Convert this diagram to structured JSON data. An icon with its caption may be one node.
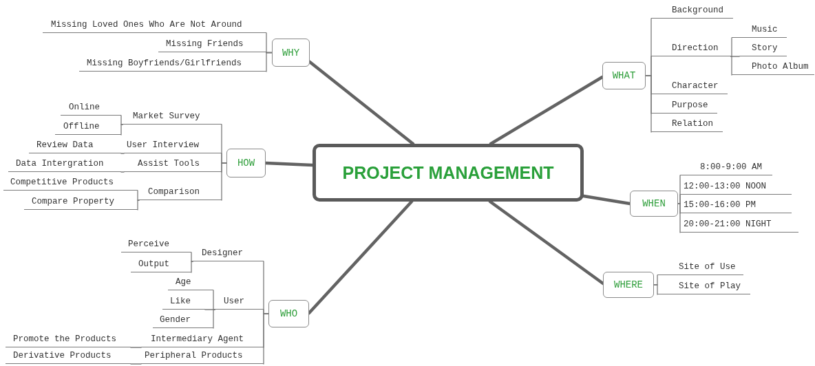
{
  "diagram": {
    "nodes": [
      {
        "text": [
          "PROJECT MANAGEMENT"
        ]
      },
      {
        "text": [
          "WHY"
        ]
      },
      {
        "text": [
          "Missing Loved Ones Who Are Not Around"
        ]
      },
      {
        "text": [
          "Missing Friends"
        ]
      },
      {
        "text": [
          "Missing Boyfriends/Girlfriends"
        ]
      },
      {
        "text": [
          "HOW"
        ]
      },
      {
        "text": [
          "Market Survey"
        ]
      },
      {
        "text": [
          "Online"
        ]
      },
      {
        "text": [
          "Offline"
        ]
      },
      {
        "text": [
          "User Interview"
        ]
      },
      {
        "text": [
          "Review Data"
        ]
      },
      {
        "text": [
          "Assist Tools"
        ]
      },
      {
        "text": [
          "Data Intergration"
        ]
      },
      {
        "text": [
          "Comparison"
        ]
      },
      {
        "text": [
          "Competitive Products"
        ]
      },
      {
        "text": [
          "Compare Property"
        ]
      },
      {
        "text": [
          "WHO"
        ]
      },
      {
        "text": [
          "Designer"
        ]
      },
      {
        "text": [
          "Perceive"
        ]
      },
      {
        "text": [
          "Output"
        ]
      },
      {
        "text": [
          "User"
        ]
      },
      {
        "text": [
          "Age"
        ]
      },
      {
        "text": [
          "Like"
        ]
      },
      {
        "text": [
          "Gender"
        ]
      },
      {
        "text": [
          "Intermediary Agent"
        ]
      },
      {
        "text": [
          "Promote the Products"
        ]
      },
      {
        "text": [
          "Peripheral Products"
        ]
      },
      {
        "text": [
          "Derivative Products"
        ]
      },
      {
        "text": [
          "WHAT"
        ]
      },
      {
        "text": [
          "Background"
        ]
      },
      {
        "text": [
          "Direction"
        ]
      },
      {
        "text": [
          "Music"
        ]
      },
      {
        "text": [
          "Story"
        ]
      },
      {
        "text": [
          "Photo Album"
        ]
      },
      {
        "text": [
          "Character"
        ]
      },
      {
        "text": [
          "Purpose"
        ]
      },
      {
        "text": [
          "Relation"
        ]
      },
      {
        "text": [
          "WHEN"
        ]
      },
      {
        "text": [
          "8:00-9:00 AM"
        ]
      },
      {
        "text": [
          "12:00-13:00 NOON"
        ]
      },
      {
        "text": [
          "15:00-16:00 PM"
        ]
      },
      {
        "text": [
          "20:00-21:00 NIGHT"
        ]
      },
      {
        "text": [
          "WHERE"
        ]
      },
      {
        "text": [
          "Site of Use"
        ]
      },
      {
        "text": [
          "Site of Play"
        ]
      }
    ],
    "edges": [
      {
        "from": 0,
        "to": 1,
        "arrow": "none",
        "style": "thick"
      },
      {
        "from": 0,
        "to": 5,
        "arrow": "none",
        "style": "thick"
      },
      {
        "from": 0,
        "to": 16,
        "arrow": "none",
        "style": "thick"
      },
      {
        "from": 0,
        "to": 28,
        "arrow": "none",
        "style": "thick"
      },
      {
        "from": 0,
        "to": 37,
        "arrow": "none",
        "style": "thick"
      },
      {
        "from": 0,
        "to": 42,
        "arrow": "none",
        "style": "thick"
      },
      {
        "from": 1,
        "to": 2,
        "arrow": "none"
      },
      {
        "from": 1,
        "to": 3,
        "arrow": "none"
      },
      {
        "from": 1,
        "to": 4,
        "arrow": "none"
      },
      {
        "from": 5,
        "to": 6,
        "arrow": "none"
      },
      {
        "from": 5,
        "to": 9,
        "arrow": "none"
      },
      {
        "from": 5,
        "to": 11,
        "arrow": "none"
      },
      {
        "from": 5,
        "to": 13,
        "arrow": "none"
      },
      {
        "from": 6,
        "to": 7,
        "arrow": "none"
      },
      {
        "from": 6,
        "to": 8,
        "arrow": "none"
      },
      {
        "from": 9,
        "to": 10,
        "arrow": "none"
      },
      {
        "from": 11,
        "to": 12,
        "arrow": "none"
      },
      {
        "from": 13,
        "to": 14,
        "arrow": "none"
      },
      {
        "from": 13,
        "to": 15,
        "arrow": "none"
      },
      {
        "from": 16,
        "to": 17,
        "arrow": "none"
      },
      {
        "from": 16,
        "to": 20,
        "arrow": "none"
      },
      {
        "from": 16,
        "to": 24,
        "arrow": "none"
      },
      {
        "from": 16,
        "to": 26,
        "arrow": "none"
      },
      {
        "from": 17,
        "to": 18,
        "arrow": "none"
      },
      {
        "from": 17,
        "to": 19,
        "arrow": "none"
      },
      {
        "from": 20,
        "to": 21,
        "arrow": "none"
      },
      {
        "from": 20,
        "to": 22,
        "arrow": "none"
      },
      {
        "from": 20,
        "to": 23,
        "arrow": "none"
      },
      {
        "from": 24,
        "to": 25,
        "arrow": "none"
      },
      {
        "from": 26,
        "to": 27,
        "arrow": "none"
      },
      {
        "from": 28,
        "to": 29,
        "arrow": "none"
      },
      {
        "from": 28,
        "to": 30,
        "arrow": "none"
      },
      {
        "from": 28,
        "to": 34,
        "arrow": "none"
      },
      {
        "from": 28,
        "to": 35,
        "arrow": "none"
      },
      {
        "from": 28,
        "to": 36,
        "arrow": "none"
      },
      {
        "from": 30,
        "to": 31,
        "arrow": "none"
      },
      {
        "from": 30,
        "to": 32,
        "arrow": "none"
      },
      {
        "from": 30,
        "to": 33,
        "arrow": "none"
      },
      {
        "from": 37,
        "to": 38,
        "arrow": "none"
      },
      {
        "from": 37,
        "to": 39,
        "arrow": "none"
      },
      {
        "from": 37,
        "to": 40,
        "arrow": "none"
      },
      {
        "from": 37,
        "to": 41,
        "arrow": "none"
      },
      {
        "from": 42,
        "to": 43,
        "arrow": "none"
      },
      {
        "from": 42,
        "to": 44,
        "arrow": "none"
      }
    ]
  }
}
